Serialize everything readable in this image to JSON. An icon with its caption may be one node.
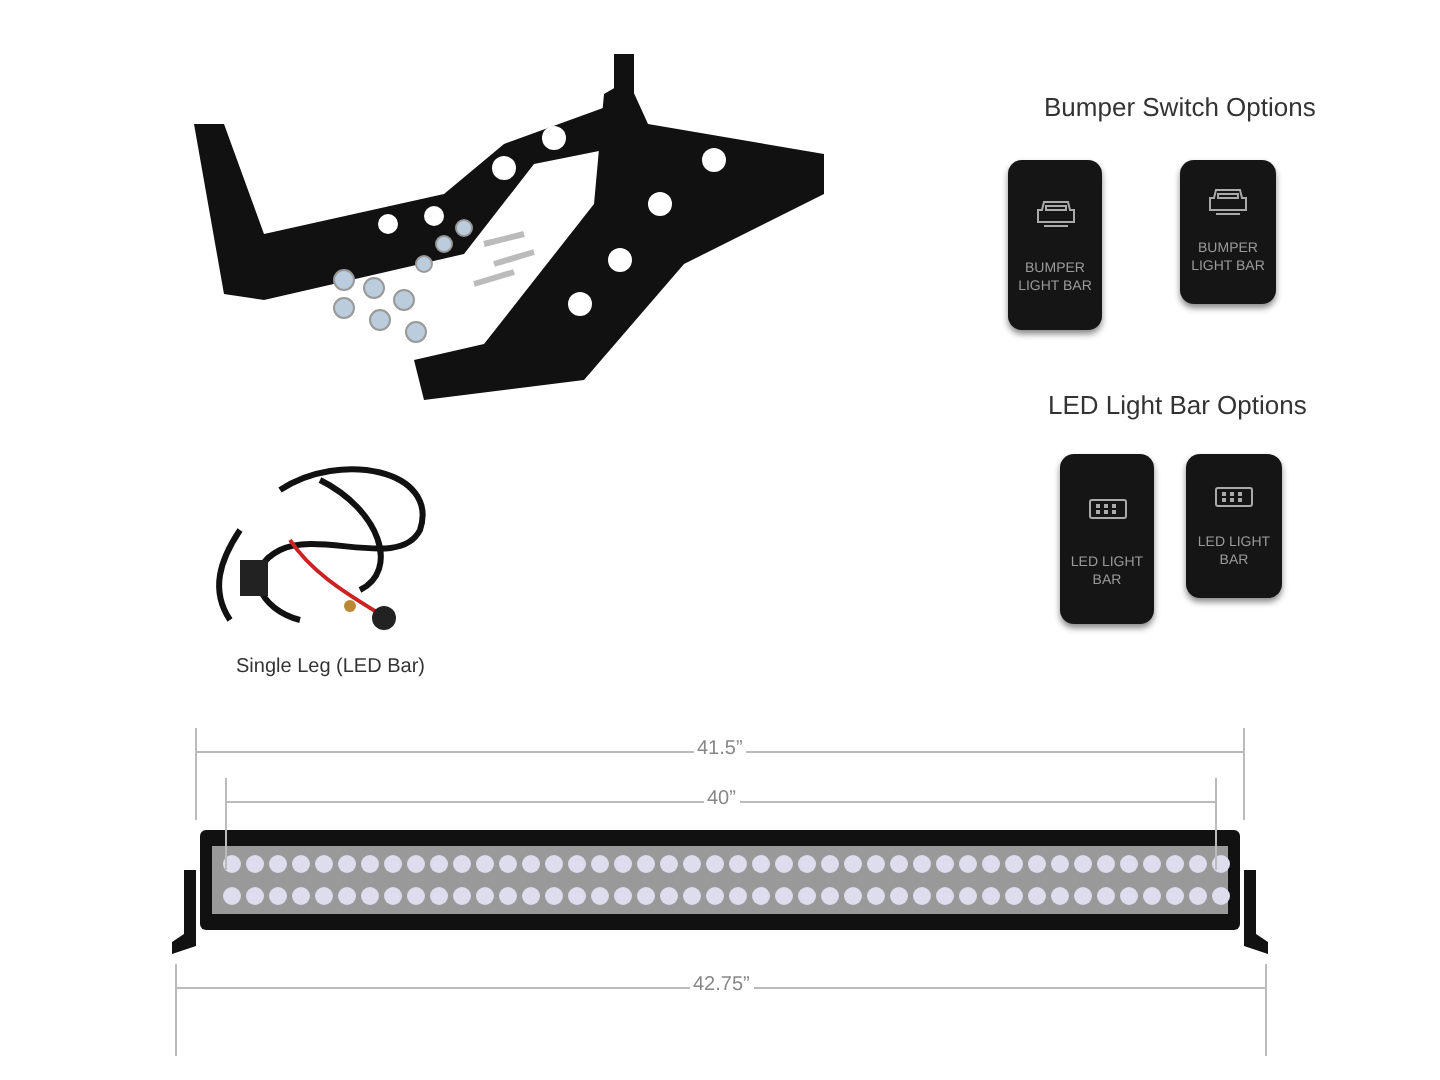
{
  "diagram": {
    "nodes": [
      {
        "text": [
          "BUMPER LIGHT BAR"
        ]
      },
      {
        "text": [
          "BUMPER LIGHT BAR"
        ]
      },
      {
        "text": [
          "LED LIGHT BAR"
        ]
      },
      {
        "text": [
          "LED LIGHT BAR"
        ]
      }
    ],
    "labels": [
      "Bumper Switch Options",
      "LED Light Bar Options",
      "Single Leg (LED Bar)",
      "41.5”",
      "40”",
      "42.75”"
    ]
  }
}
